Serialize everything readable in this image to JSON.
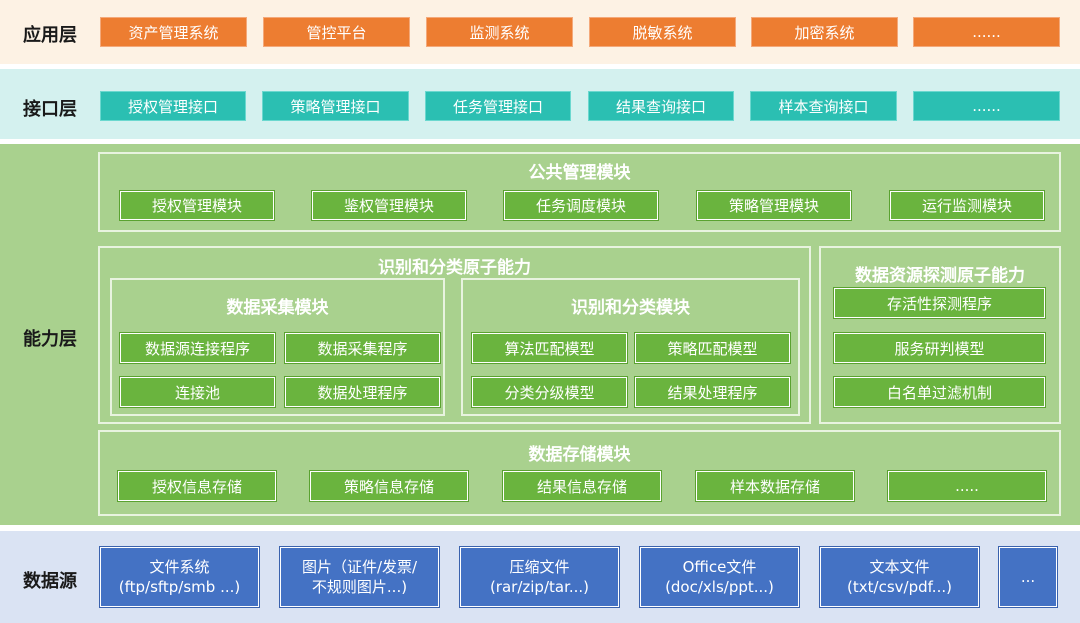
{
  "colors": {
    "app_band": "#fdf2e4",
    "api_band": "#d4f1ef",
    "cap_band": "#a9d18e",
    "src_band": "#dae3f3",
    "app_button": "#ed7d31",
    "api_button": "#2bbfb2",
    "cap_button": "#6ab43e",
    "src_button": "#4472c4"
  },
  "app_layer": {
    "label": "应用层",
    "items": [
      "资产管理系统",
      "管控平台",
      "监测系统",
      "脱敏系统",
      "加密系统",
      "......"
    ]
  },
  "api_layer": {
    "label": "接口层",
    "items": [
      "授权管理接口",
      "策略管理接口",
      "任务管理接口",
      "结果查询接口",
      "样本查询接口",
      "......"
    ]
  },
  "capability_layer": {
    "label": "能力层",
    "public_module": {
      "title": "公共管理模块",
      "items": [
        "授权管理模块",
        "鉴权管理模块",
        "任务调度模块",
        "策略管理模块",
        "运行监测模块"
      ]
    },
    "recognition": {
      "title": "识别和分类原子能力",
      "collection": {
        "title": "数据采集模块",
        "items": [
          "数据源连接程序",
          "数据采集程序",
          "连接池",
          "数据处理程序"
        ]
      },
      "classification": {
        "title": "识别和分类模块",
        "items": [
          "算法匹配模型",
          "策略匹配模型",
          "分类分级模型",
          "结果处理程序"
        ]
      }
    },
    "probe": {
      "title": "数据资源探测原子能力",
      "items": [
        "存活性探测程序",
        "服务研判模型",
        "白名单过滤机制"
      ]
    },
    "storage": {
      "title": "数据存储模块",
      "items": [
        "授权信息存储",
        "策略信息存储",
        "结果信息存储",
        "样本数据存储",
        "....."
      ]
    }
  },
  "source_layer": {
    "label": "数据源",
    "items": [
      {
        "line1": "文件系统",
        "line2": "(ftp/sftp/smb ...)"
      },
      {
        "line1": "图片（证件/发票/",
        "line2": "不规则图片...)"
      },
      {
        "line1": "压缩文件",
        "line2": "(rar/zip/tar...)"
      },
      {
        "line1": "Office文件",
        "line2": "(doc/xls/ppt...)"
      },
      {
        "line1": "文本文件",
        "line2": "(txt/csv/pdf...)"
      },
      {
        "line1": "...",
        "line2": ""
      }
    ]
  }
}
